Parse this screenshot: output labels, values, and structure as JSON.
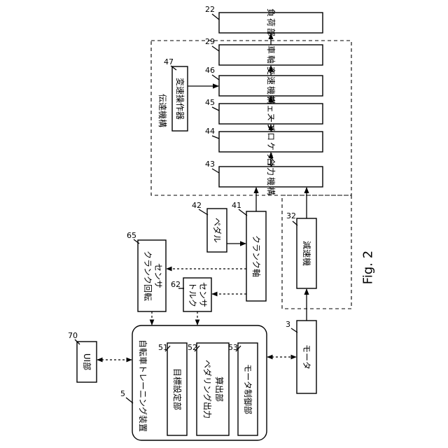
{
  "figure_label": "Fig. 2",
  "blocks": {
    "load": {
      "ref": "22",
      "label": "負荷部"
    },
    "wheel_axle": {
      "ref": "29",
      "label": "車軸"
    },
    "transmission": {
      "ref": "46",
      "label": "変速機構"
    },
    "chain": {
      "ref": "45",
      "label": "チェーン"
    },
    "sprocket": {
      "ref": "44",
      "label": "スプロケット"
    },
    "combiner": {
      "ref": "43",
      "label": "合力機構"
    },
    "shift_operator": {
      "ref": "47",
      "label": "変速操作器"
    },
    "transmission_group": {
      "label": "伝達機構"
    },
    "pedal": {
      "ref": "42",
      "label": "ペダル"
    },
    "crank_shaft": {
      "ref": "41",
      "label": "クランク軸"
    },
    "reducer": {
      "ref": "32",
      "label": "減速機"
    },
    "crank_sensor": {
      "ref": "65",
      "label_line1": "クランク回転",
      "label_line2": "センサ"
    },
    "torque_sensor": {
      "ref": "62",
      "label_line1": "トルク",
      "label_line2": "センサ"
    },
    "motor": {
      "ref": "3",
      "label": "モータ"
    },
    "ui": {
      "ref": "70",
      "label": "UI部"
    },
    "trainer": {
      "ref": "5",
      "label": "自転車トレーニング装置"
    },
    "target_setting": {
      "ref": "51",
      "label": "目標設定部"
    },
    "pedaling_calc": {
      "ref": "52",
      "label_line1": "ペダリング出力",
      "label_line2": "算出部"
    },
    "motor_control": {
      "ref": "53",
      "label": "モータ制御部"
    }
  }
}
